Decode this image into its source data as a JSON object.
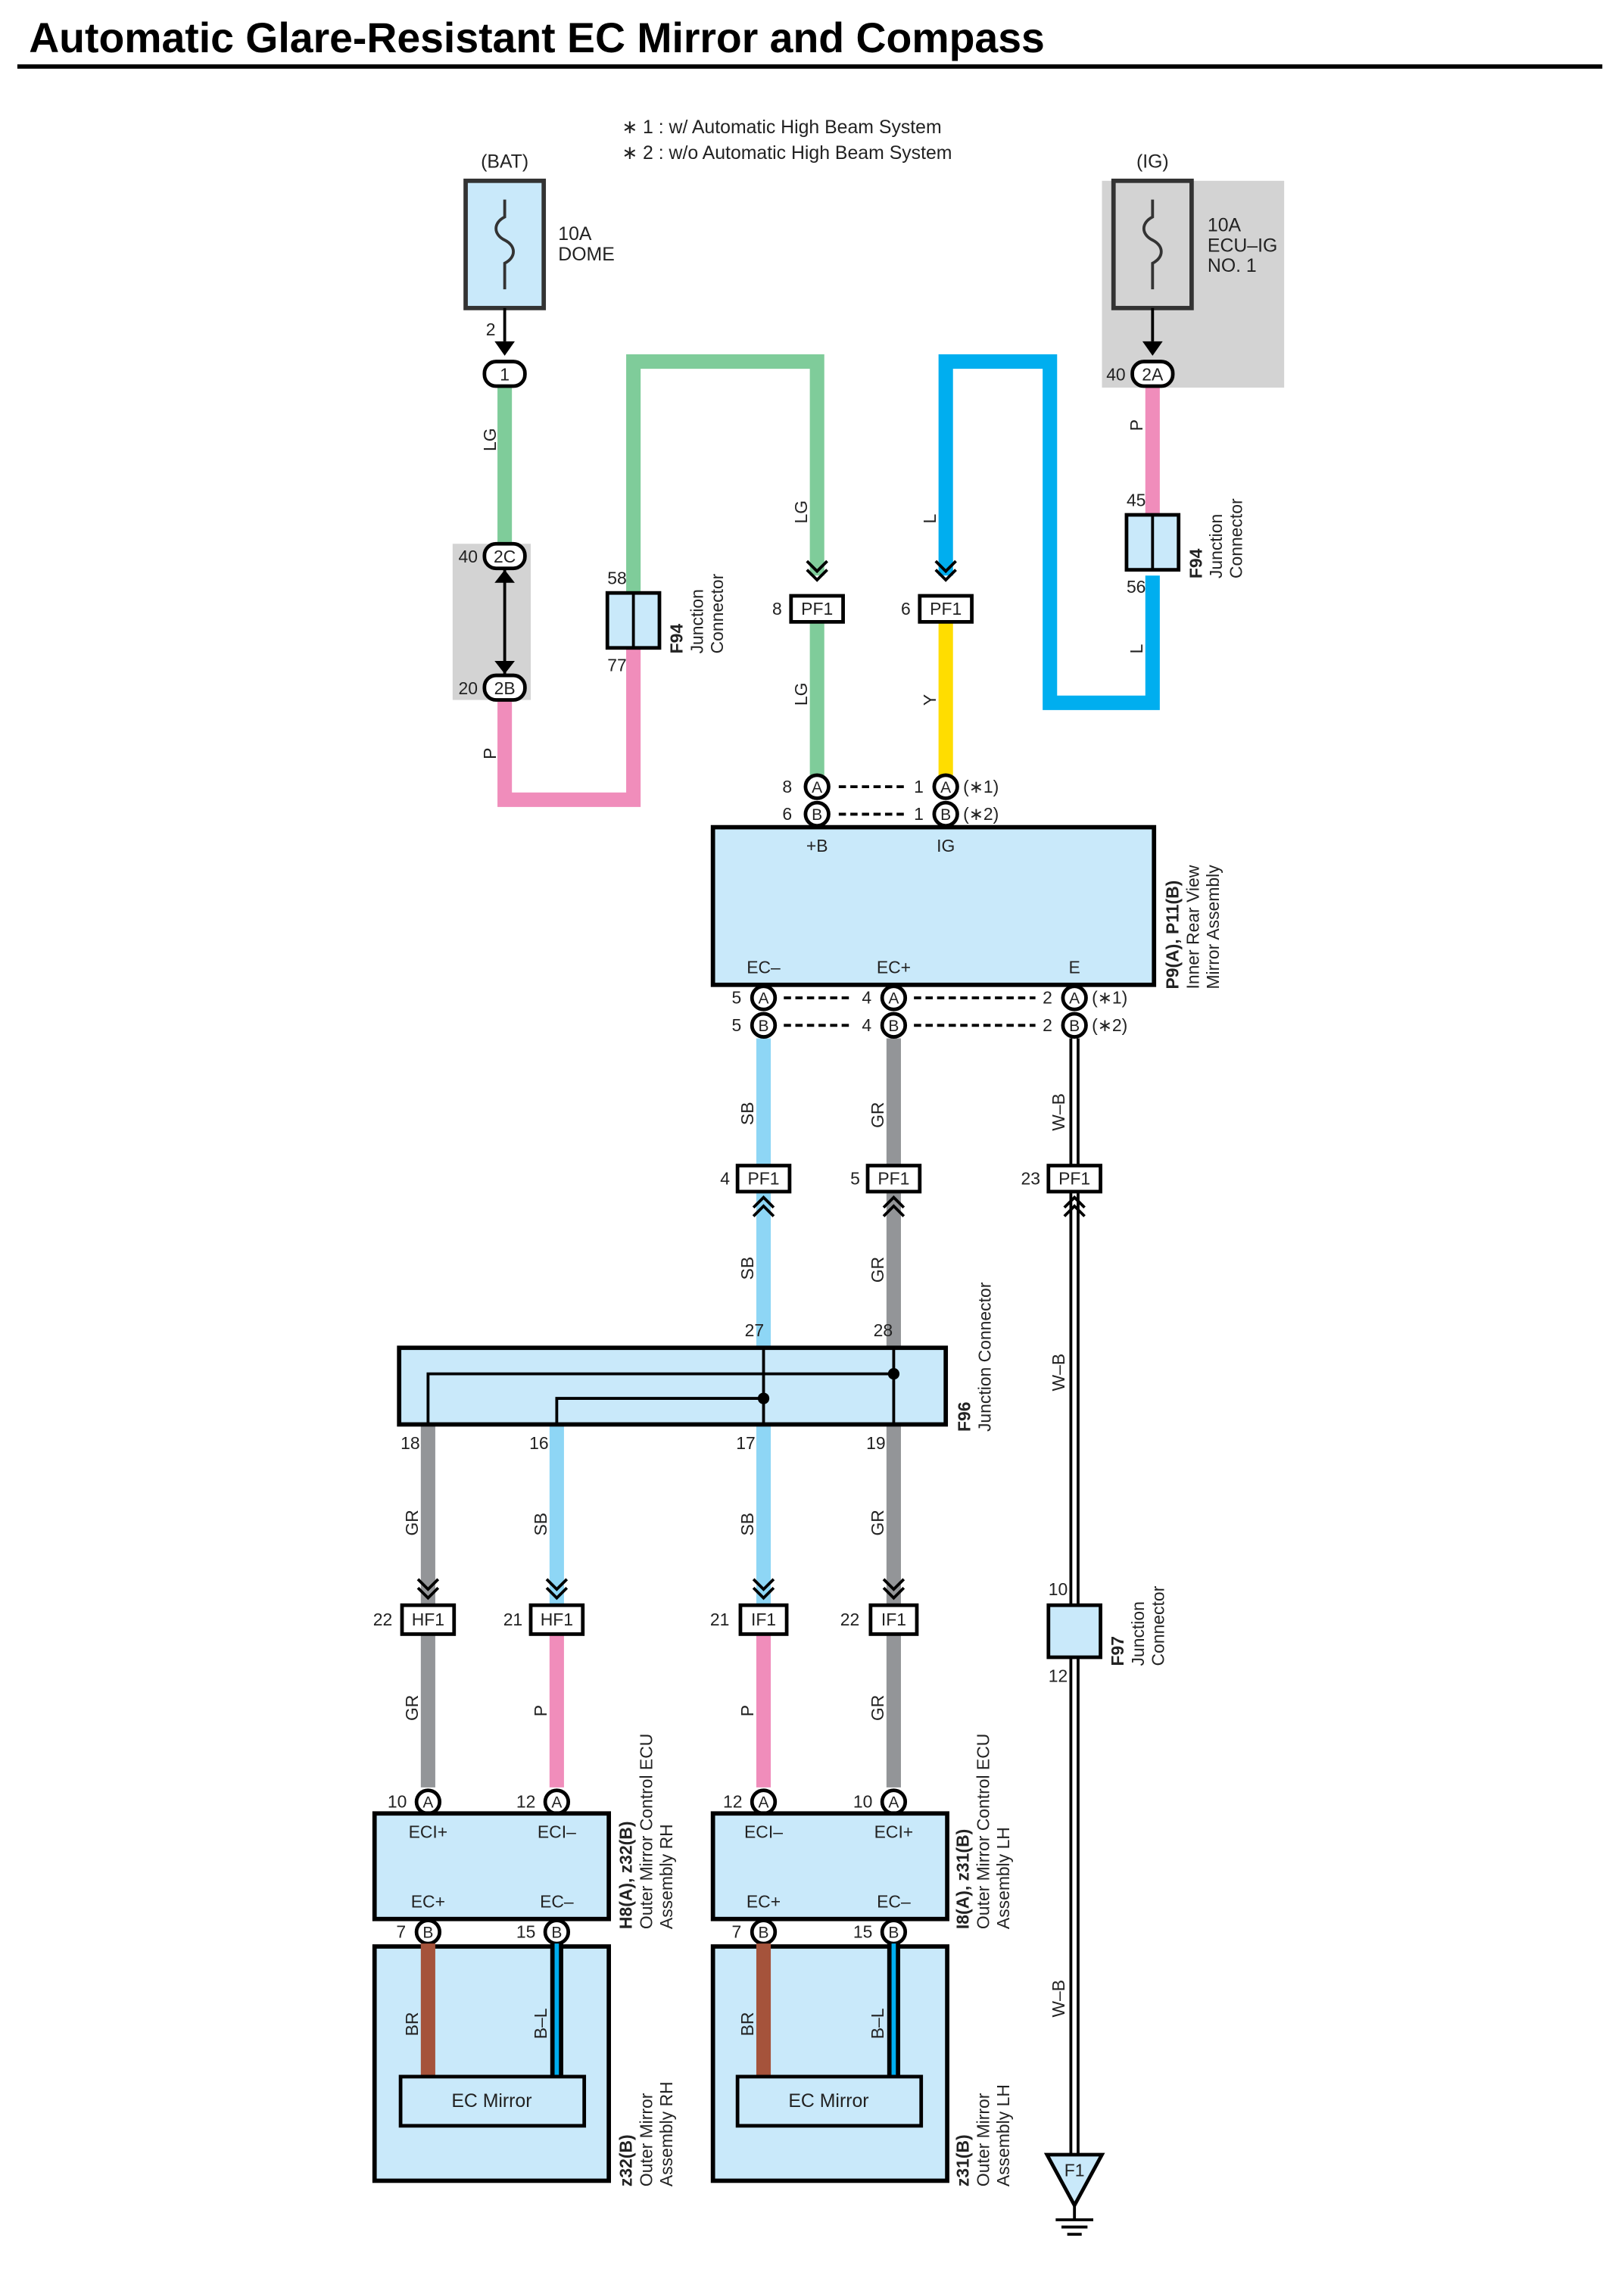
{
  "title": "Automatic Glare-Resistant EC Mirror and Compass",
  "notes": [
    "∗ 1 : w/ Automatic High Beam System",
    "∗ 2 : w/o Automatic High Beam System"
  ],
  "colors": {
    "LG": "#7fcc9a",
    "P": "#f08dbb",
    "L": "#00aeef",
    "Y": "#ffdd00",
    "SB": "#8ed6f5",
    "GR": "#939598",
    "BR": "#a5533b",
    "component_fill": "#c9e9fa",
    "gray_box": "#d3d3d3"
  },
  "power": {
    "bat": {
      "source": "(BAT)",
      "rating": "10A",
      "name": "DOME",
      "pin": "2",
      "conn": "1"
    },
    "ig": {
      "source": "(IG)",
      "rating": "10A",
      "name1": "ECU–IG",
      "name2": "NO. 1",
      "pin": "40",
      "conn": "2A"
    }
  },
  "conn_2c": {
    "label": "2C",
    "pin": "40"
  },
  "conn_2b": {
    "label": "2B",
    "pin": "20"
  },
  "f94_left": {
    "id": "F94",
    "name1": "Junction",
    "name2": "Connector",
    "pin_top": "58",
    "pin_bottom": "77"
  },
  "f94_right": {
    "id": "F94",
    "name1": "Junction",
    "name2": "Connector",
    "pin_top": "45",
    "pin_bottom": "56"
  },
  "pf1_top": [
    {
      "pin": "8",
      "label": "PF1"
    },
    {
      "pin": "6",
      "label": "PF1"
    }
  ],
  "pf1_mid": [
    {
      "pin": "4",
      "label": "PF1"
    },
    {
      "pin": "5",
      "label": "PF1"
    },
    {
      "pin": "23",
      "label": "PF1"
    }
  ],
  "wire_labels": {
    "lg": "LG",
    "p": "P",
    "l": "L",
    "y": "Y",
    "sb": "SB",
    "gr": "GR",
    "wb": "W–B",
    "br": "BR",
    "bl": "B–L"
  },
  "mirror": {
    "id": "P9(A), P11(B)",
    "name1": "Inner Rear View",
    "name2": "Mirror Assembly",
    "pin_b": "+B",
    "pin_ig": "IG",
    "pin_ecm": "EC–",
    "pin_ecp": "EC+",
    "pin_e": "E",
    "top_pins": [
      {
        "left": "8",
        "conn": "A",
        "right": "1",
        "note": "(∗1)"
      },
      {
        "left": "6",
        "conn": "B",
        "right": "1",
        "note": "(∗2)"
      }
    ],
    "bottom_pins": [
      {
        "p1": "5",
        "p2": "4",
        "p3": "2",
        "conn": "A",
        "note": "(∗1)"
      },
      {
        "p1": "5",
        "p2": "4",
        "p3": "2",
        "conn": "B",
        "note": "(∗2)"
      }
    ]
  },
  "f96": {
    "id": "F96",
    "name1": "Junction Connector",
    "pins_top": [
      "27",
      "28"
    ],
    "pins_bottom": [
      "18",
      "16",
      "17",
      "19"
    ]
  },
  "lower_conns": [
    {
      "pin": "22",
      "label": "HF1"
    },
    {
      "pin": "21",
      "label": "HF1"
    },
    {
      "pin": "21",
      "label": "IF1"
    },
    {
      "pin": "22",
      "label": "IF1"
    }
  ],
  "f97": {
    "id": "F97",
    "name1": "Junction",
    "name2": "Connector",
    "pin_top": "10",
    "pin_bottom": "12"
  },
  "ecu_rh": {
    "id": "H8(A), z32(B)",
    "name1": "Outer Mirror Control ECU",
    "name2": "Assembly RH",
    "pin_top_l": "ECI+",
    "pin_top_r": "ECI–",
    "pin_bot_l": "EC+",
    "pin_bot_r": "EC–",
    "top_pins": [
      "10",
      "12"
    ],
    "bot_pins": [
      "7",
      "15"
    ]
  },
  "ecu_lh": {
    "id": "I8(A), z31(B)",
    "name1": "Outer Mirror Control ECU",
    "name2": "Assembly LH",
    "pin_top_l": "ECI–",
    "pin_top_r": "ECI+",
    "pin_bot_l": "EC+",
    "pin_bot_r": "EC–",
    "top_pins": [
      "12",
      "10"
    ],
    "bot_pins": [
      "7",
      "15"
    ]
  },
  "mirror_rh": {
    "id": "z32(B)",
    "name1": "Outer Mirror",
    "name2": "Assembly RH",
    "label": "EC Mirror"
  },
  "mirror_lh": {
    "id": "z31(B)",
    "name1": "Outer Mirror",
    "name2": "Assembly LH",
    "label": "EC Mirror"
  },
  "ground": {
    "label": "F1"
  }
}
